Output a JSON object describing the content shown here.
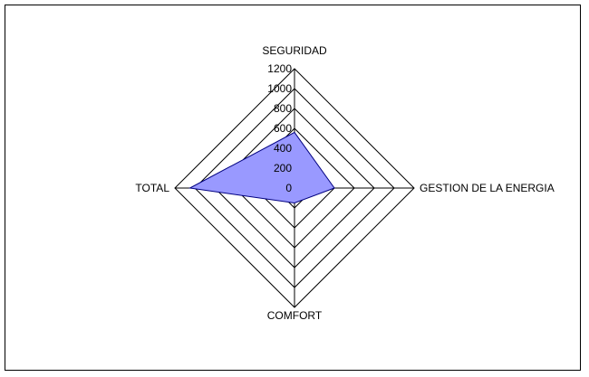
{
  "chart_data": {
    "type": "radar",
    "categories": [
      "SEGURIDAD",
      "GESTION DE LA ENERGIA",
      "COMFORT",
      "TOTAL"
    ],
    "series": [
      {
        "values": [
          560,
          400,
          150,
          1050
        ],
        "color": "#9999FF"
      }
    ],
    "r_ticks": [
      "0",
      "200",
      "400",
      "600",
      "800",
      "1000",
      "1200"
    ],
    "rlim": [
      0,
      1200
    ],
    "grid": true,
    "legend": "none"
  }
}
